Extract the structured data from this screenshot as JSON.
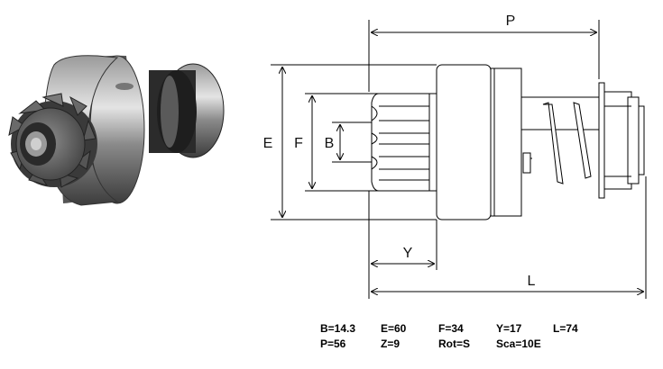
{
  "labels": {
    "P": "P",
    "E": "E",
    "F": "F",
    "B": "B",
    "Y": "Y",
    "L": "L"
  },
  "specs": {
    "row1": [
      "B=14.3",
      "E=60",
      "F=34",
      "Y=17",
      "L=74"
    ],
    "row2": [
      "P=56",
      "Z=9",
      "Rot=S",
      "Sca=10E"
    ]
  },
  "colors": {
    "line": "#000000",
    "metal_dark": "#3a3a3a",
    "metal_light": "#c9c9c9"
  }
}
